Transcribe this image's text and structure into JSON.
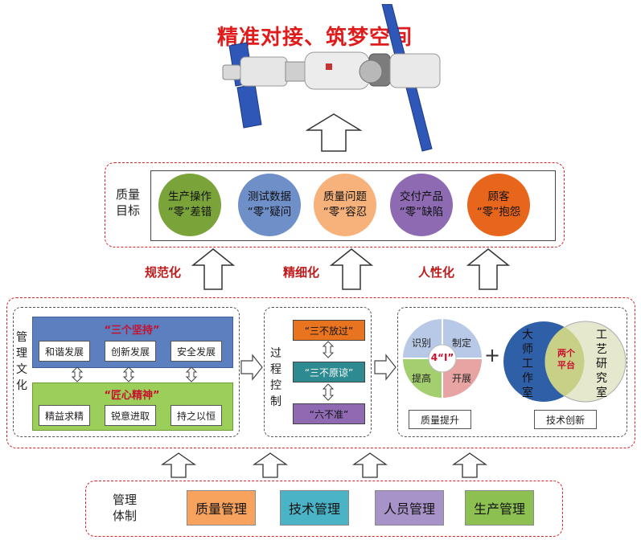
{
  "header": {
    "title": "精准对接、筑梦空间"
  },
  "quality_goals": {
    "label": "质量\n目标",
    "items": [
      {
        "line1": "生产操作",
        "line2": "“零”差错",
        "color": "#7aa43a"
      },
      {
        "line1": "测试数据",
        "line2": "“零”疑问",
        "color": "#6f8fc9"
      },
      {
        "line1": "质量问题",
        "line2": "“零”容忍",
        "color": "#f6b27a"
      },
      {
        "line1": "交付产品",
        "line2": "“零”缺陷",
        "color": "#8d6ab1"
      },
      {
        "line1": "顾客",
        "line2": "“零”抱怨",
        "color": "#e8661c"
      }
    ]
  },
  "transitions": {
    "left": "规范化",
    "middle": "精细化",
    "right": "人性化"
  },
  "management_culture": {
    "label": "管\n理\n文\n化",
    "three_persist": {
      "title": "“三个坚持”",
      "items": [
        "和谐发展",
        "创新发展",
        "安全发展"
      ]
    },
    "craftsman": {
      "title": "“匠心精神”",
      "items": [
        "精益求精",
        "锐意进取",
        "持之以恒"
      ]
    }
  },
  "process_control": {
    "label": "过\n程\n控\n制",
    "items": [
      "“三不放过”",
      "“三不原谅”",
      "“六不准”"
    ]
  },
  "quality_improvement": {
    "quadrants": [
      "识别",
      "制定",
      "提高",
      "开展"
    ],
    "center": "4“I”",
    "caption": "质量提升"
  },
  "tech_innovation": {
    "left": "大\n师\n工\n作\n室",
    "overlap": "两个\n平台",
    "right": "工\n艺\n研\n究\n室",
    "caption": "技术创新"
  },
  "plus": "+",
  "management_system": {
    "label": "管理\n体制",
    "items": [
      {
        "label": "质量管理",
        "color": "#f7a35e"
      },
      {
        "label": "技术管理",
        "color": "#4bb3c6"
      },
      {
        "label": "人员管理",
        "color": "#a893c8"
      },
      {
        "label": "生产管理",
        "color": "#8cc152"
      }
    ]
  }
}
